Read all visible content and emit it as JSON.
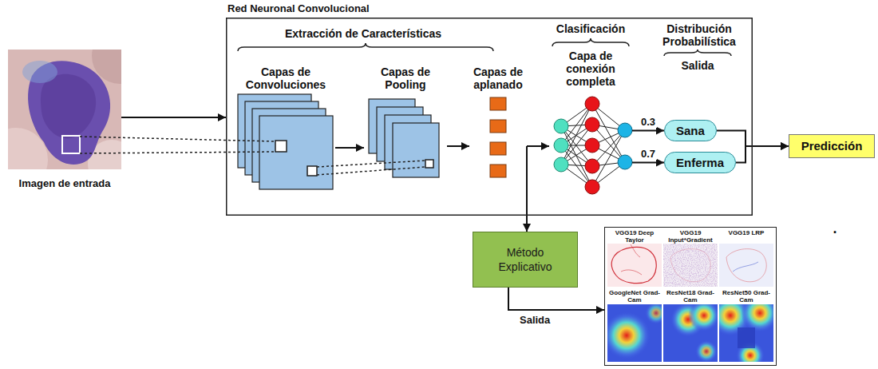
{
  "diagram": {
    "nodes": [
      {
        "text": [
          "Imagen de entrada"
        ]
      },
      {
        "text": [
          "Red Neuronal Convolucional"
        ]
      },
      {
        "text": [
          "Capas de Convoluciones"
        ],
        "in": 1
      },
      {
        "text": [
          "Capas de Pooling"
        ],
        "in": 1
      },
      {
        "text": [
          "Capas de aplanado"
        ],
        "in": 1
      },
      {
        "text": [
          "Capa de conexión completa"
        ],
        "in": 1
      },
      {
        "text": [
          "Sana"
        ],
        "in": 1
      },
      {
        "text": [
          "Enferma"
        ],
        "in": 1
      },
      {
        "text": [
          "Predicción"
        ]
      },
      {
        "text": [
          "Método Explicativo"
        ]
      },
      {
        "text": [
          "VGG19 Deep Taylor",
          "VGG19 Input*Gradient",
          "VGG19 LRP",
          "GoogleNet Grad-Cam",
          "ResNet18 Grad-Cam",
          "ResNet50 Grad-Cam"
        ]
      }
    ],
    "edges": [
      {
        "from": 0,
        "to": 1,
        "arrow": "to"
      },
      {
        "from": 2,
        "to": 3,
        "arrow": "to"
      },
      {
        "from": 3,
        "to": 4,
        "arrow": "to"
      },
      {
        "from": 4,
        "to": 5,
        "arrow": "to"
      },
      {
        "from": 5,
        "to": 6,
        "label": "0.3",
        "arrow": "to"
      },
      {
        "from": 5,
        "to": 7,
        "label": "0.7",
        "arrow": "to"
      },
      {
        "from": 6,
        "to": 8,
        "arrow": "to"
      },
      {
        "from": 7,
        "to": 8,
        "arrow": "to"
      },
      {
        "from": 4,
        "to": 9,
        "arrow": "to"
      },
      {
        "from": 9,
        "to": 10,
        "label": "Salida",
        "arrow": "to"
      }
    ],
    "labels": [
      "Extracción de Características",
      "Clasificación",
      "Distribución Probabilística",
      "Salida",
      "."
    ]
  }
}
